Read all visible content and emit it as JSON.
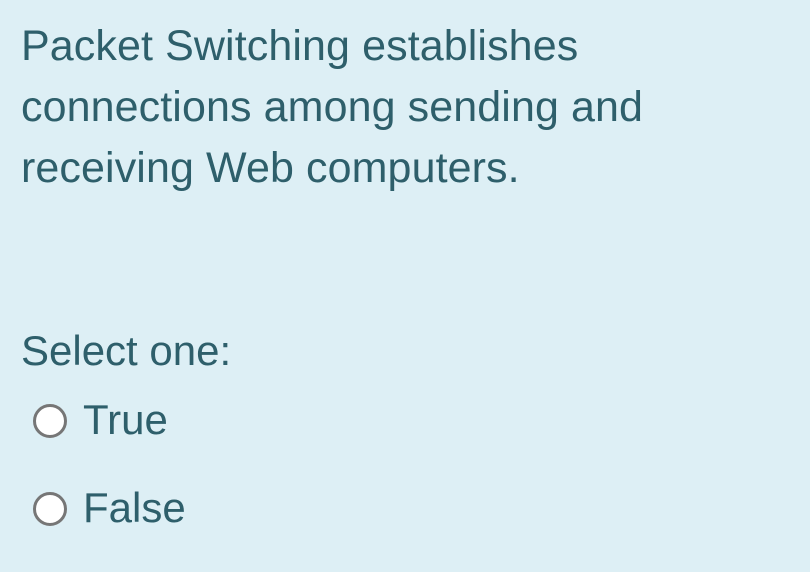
{
  "page": {
    "background_color": "#ddeff5",
    "text_color": "#2e5f6b"
  },
  "question": {
    "text": "Packet Switching establishes connections among sending and receiving Web computers.",
    "line_1": "Packet Switching establishes connections",
    "line_2": "among sending and receiving Web",
    "line_3": "computers."
  },
  "answer_block": {
    "prompt": "Select one:",
    "options": [
      {
        "label": "True",
        "value": "true",
        "selected": false,
        "icon": "radio-unchecked-icon"
      },
      {
        "label": "False",
        "value": "false",
        "selected": false,
        "icon": "radio-unchecked-icon"
      }
    ],
    "radio_border_color": "#767676",
    "radio_fill_color": "#ffffff"
  }
}
